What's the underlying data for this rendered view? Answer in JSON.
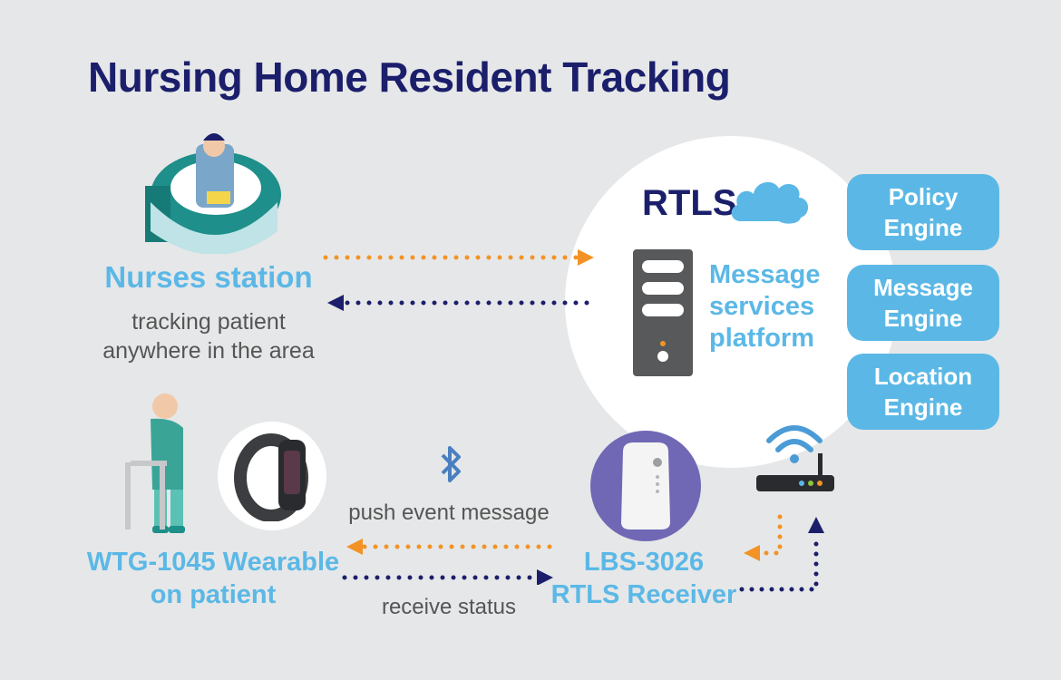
{
  "title": "Nursing Home Resident Tracking",
  "nurses_station": {
    "title": "Nurses station",
    "subtitle_line1": "tracking patient",
    "subtitle_line2": "anywhere in the area"
  },
  "rtls": {
    "label": "RTLS",
    "platform_line1": "Message",
    "platform_line2": "services",
    "platform_line3": "platform"
  },
  "engines": [
    {
      "line1": "Policy",
      "line2": "Engine"
    },
    {
      "line1": "Message",
      "line2": "Engine"
    },
    {
      "line1": "Location",
      "line2": "Engine"
    }
  ],
  "wearable": {
    "line1": "WTG-1045 Wearable",
    "line2": "on patient"
  },
  "receiver": {
    "line1": "LBS-3026",
    "line2": "RTLS Receiver"
  },
  "flows": {
    "push": "push event message",
    "receive": "receive status"
  },
  "colors": {
    "navy": "#1b1f6b",
    "light_blue": "#5bb8e6",
    "orange": "#f39325",
    "purple": "#7068b5",
    "background": "#e6e7e8"
  },
  "icons": [
    "nurse-desk-icon",
    "cloud-icon",
    "server-icon",
    "elderly-patient-icon",
    "wristband-icon",
    "bluetooth-icon",
    "receiver-device-icon",
    "wifi-router-icon"
  ]
}
